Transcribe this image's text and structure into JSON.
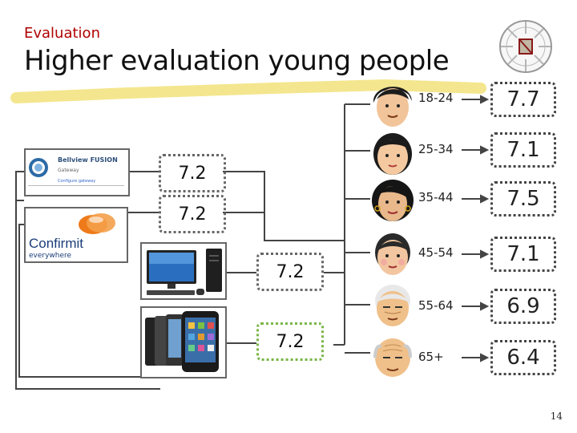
{
  "header": {
    "section": "Evaluation",
    "title": "Higher evaluation young people"
  },
  "groups": [
    {
      "age": "18-24",
      "score": "7.7"
    },
    {
      "age": "25-34",
      "score": "7.1"
    },
    {
      "age": "35-44",
      "score": "7.5"
    },
    {
      "age": "45-54",
      "score": "7.1"
    },
    {
      "age": "55-64",
      "score": "6.9"
    },
    {
      "age": "65+",
      "score": "6.4"
    }
  ],
  "channels": [
    {
      "name": "Bellview FUSION",
      "score": "7.2",
      "border_color": "#666666"
    },
    {
      "name": "Confirmit",
      "score": "7.2",
      "border_color": "#666666"
    },
    {
      "name": "Desktop",
      "score": "7.2",
      "border_color": "#666666"
    },
    {
      "name": "Mobile",
      "score": "7.2",
      "border_color": "#7ab648"
    }
  ],
  "logos": {
    "bellview": "Bellview FUSION",
    "bellview_sub": "Gateway",
    "bellview_link": "Configure gateway",
    "confirmit": "Confirmit",
    "confirmit_sub": "everywhere"
  },
  "page_number": "14",
  "colors": {
    "highlight": "#f2e27a",
    "title": "#111111",
    "section": "#b00000",
    "connector": "#444444"
  }
}
